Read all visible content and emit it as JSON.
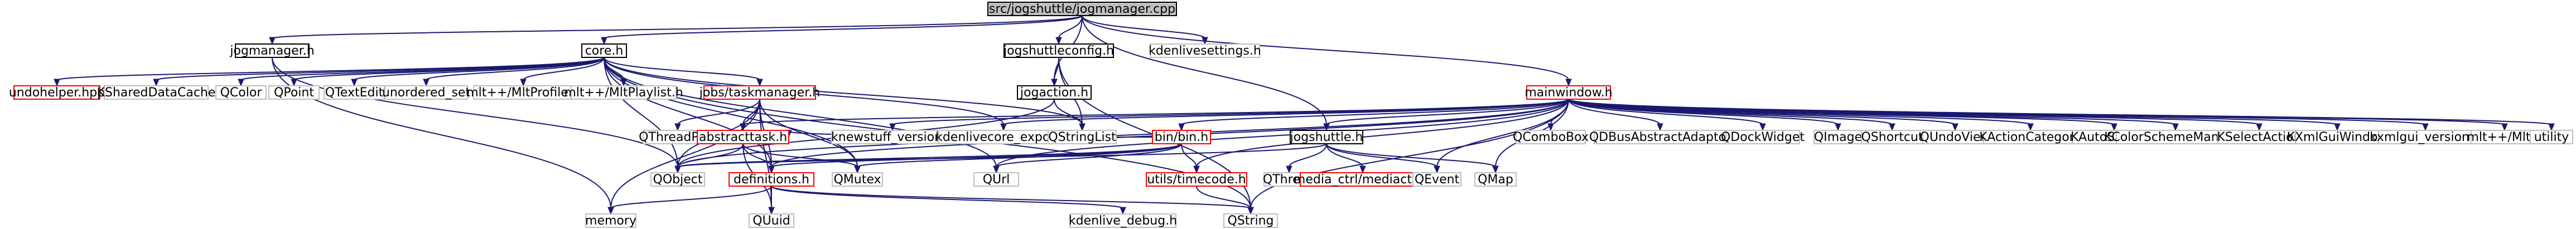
{
  "graph": {
    "colors": {
      "background": "#ffffff",
      "edge": "#191970",
      "node_border": "#000000",
      "node_border_missing": "#ff0000",
      "node_fill": "#ffffff",
      "root_fill": "#bfbfbf",
      "text": "#000000"
    },
    "nodes": [
      {
        "id": "root",
        "label": "src/jogshuttle/jogmanager.cpp",
        "style": "root"
      },
      {
        "id": "jogmanager_h",
        "label": "jogmanager.h",
        "style": "normal"
      },
      {
        "id": "core_h",
        "label": "core.h",
        "style": "normal"
      },
      {
        "id": "jogshuttleconfig_h",
        "label": "jogshuttleconfig.h",
        "style": "normal"
      },
      {
        "id": "kdenlivesettings_h",
        "label": "kdenlivesettings.h",
        "style": "missing"
      },
      {
        "id": "mainwindow_h",
        "label": "mainwindow.h",
        "style": "normal"
      },
      {
        "id": "undohelper_hpp",
        "label": "undohelper.hpp",
        "style": "normal"
      },
      {
        "id": "KSharedDataCache",
        "label": "KSharedDataCache",
        "style": "missing"
      },
      {
        "id": "QColor",
        "label": "QColor",
        "style": "missing"
      },
      {
        "id": "QPoint",
        "label": "QPoint",
        "style": "missing"
      },
      {
        "id": "QTextEdit",
        "label": "QTextEdit",
        "style": "missing"
      },
      {
        "id": "unordered_set",
        "label": "unordered_set",
        "style": "missing"
      },
      {
        "id": "mlt_mltprofile",
        "label": "mlt++/MltProfile.h",
        "style": "missing"
      },
      {
        "id": "mlt_mltplaylist",
        "label": "mlt++/MltPlaylist.h",
        "style": "missing"
      },
      {
        "id": "jobs_taskmanager_h",
        "label": "jobs/taskmanager.h",
        "style": "normal"
      },
      {
        "id": "jogaction_h",
        "label": "jogaction.h",
        "style": "normal"
      },
      {
        "id": "QThreadPool",
        "label": "QThreadPool",
        "style": "missing"
      },
      {
        "id": "abstracttask_h",
        "label": "abstracttask.h",
        "style": "normal"
      },
      {
        "id": "knewstuff_version_h",
        "label": "knewstuff_version.h",
        "style": "missing"
      },
      {
        "id": "kdenlivecore_export_h",
        "label": "kdenlivecore_export.h",
        "style": "missing"
      },
      {
        "id": "QStringList",
        "label": "QStringList",
        "style": "missing"
      },
      {
        "id": "QObject",
        "label": "QObject",
        "style": "missing"
      },
      {
        "id": "definitions_h",
        "label": "definitions.h",
        "style": "normal"
      },
      {
        "id": "QMutex",
        "label": "QMutex",
        "style": "missing"
      },
      {
        "id": "memory",
        "label": "memory",
        "style": "missing"
      },
      {
        "id": "QUuid",
        "label": "QUuid",
        "style": "missing"
      },
      {
        "id": "kdenlive_debug_h",
        "label": "kdenlive_debug.h",
        "style": "missing"
      },
      {
        "id": "QString",
        "label": "QString",
        "style": "missing"
      },
      {
        "id": "QUrl",
        "label": "QUrl",
        "style": "missing"
      },
      {
        "id": "bin_bin_h",
        "label": "bin/bin.h",
        "style": "normal"
      },
      {
        "id": "utils_timecode_h",
        "label": "utils/timecode.h",
        "style": "normal"
      },
      {
        "id": "jogshuttle_h",
        "label": "jogshuttle.h",
        "style": "normal"
      },
      {
        "id": "QThread",
        "label": "QThread",
        "style": "missing"
      },
      {
        "id": "media_ctrl_mediactrl_h",
        "label": "media_ctrl/mediactrl.h",
        "style": "normal"
      },
      {
        "id": "QEvent",
        "label": "QEvent",
        "style": "missing"
      },
      {
        "id": "QMap",
        "label": "QMap",
        "style": "missing"
      },
      {
        "id": "QComboBox",
        "label": "QComboBox",
        "style": "missing"
      },
      {
        "id": "QDBusAbstractAdaptor",
        "label": "QDBusAbstractAdaptor",
        "style": "missing"
      },
      {
        "id": "QDockWidget",
        "label": "QDockWidget",
        "style": "missing"
      },
      {
        "id": "QImage",
        "label": "QImage",
        "style": "missing"
      },
      {
        "id": "QShortcut",
        "label": "QShortcut",
        "style": "missing"
      },
      {
        "id": "QUndoView",
        "label": "QUndoView",
        "style": "missing"
      },
      {
        "id": "KActionCategory",
        "label": "KActionCategory",
        "style": "missing"
      },
      {
        "id": "KAutoSaveFile",
        "label": "KAutoSaveFile",
        "style": "missing"
      },
      {
        "id": "KColorSchemeManager",
        "label": "KColorSchemeManager",
        "style": "missing"
      },
      {
        "id": "KSelectAction",
        "label": "KSelectAction",
        "style": "missing"
      },
      {
        "id": "KXmlGuiWindow",
        "label": "KXmlGuiWindow",
        "style": "missing"
      },
      {
        "id": "kxmlgui_version_h",
        "label": "kxmlgui_version.h",
        "style": "missing"
      },
      {
        "id": "mlt_mlth",
        "label": "mlt++/Mlt.h",
        "style": "missing"
      },
      {
        "id": "utility",
        "label": "utility",
        "style": "missing"
      }
    ],
    "edges": [
      [
        "root",
        "jogmanager_h"
      ],
      [
        "root",
        "core_h"
      ],
      [
        "root",
        "jogshuttleconfig_h"
      ],
      [
        "root",
        "kdenlivesettings_h"
      ],
      [
        "root",
        "mainwindow_h"
      ],
      [
        "root",
        "jogaction_h"
      ],
      [
        "root",
        "jogshuttle_h"
      ],
      [
        "jogmanager_h",
        "QObject"
      ],
      [
        "jogmanager_h",
        "memory"
      ],
      [
        "core_h",
        "undohelper_hpp"
      ],
      [
        "core_h",
        "KSharedDataCache"
      ],
      [
        "core_h",
        "QColor"
      ],
      [
        "core_h",
        "QPoint"
      ],
      [
        "core_h",
        "QTextEdit"
      ],
      [
        "core_h",
        "unordered_set"
      ],
      [
        "core_h",
        "mlt_mltprofile"
      ],
      [
        "core_h",
        "mlt_mltplaylist"
      ],
      [
        "core_h",
        "jobs_taskmanager_h"
      ],
      [
        "core_h",
        "definitions_h"
      ],
      [
        "core_h",
        "kdenlivecore_export_h"
      ],
      [
        "core_h",
        "QMutex"
      ],
      [
        "core_h",
        "QObject"
      ],
      [
        "core_h",
        "QUrl"
      ],
      [
        "core_h",
        "QString"
      ],
      [
        "core_h",
        "QStringList"
      ],
      [
        "jogshuttleconfig_h",
        "jogaction_h"
      ],
      [
        "jogshuttleconfig_h",
        "QStringList"
      ],
      [
        "jogshuttleconfig_h",
        "QString"
      ],
      [
        "jobs_taskmanager_h",
        "abstracttask_h"
      ],
      [
        "jobs_taskmanager_h",
        "definitions_h"
      ],
      [
        "jobs_taskmanager_h",
        "QThreadPool"
      ],
      [
        "jobs_taskmanager_h",
        "QObject"
      ],
      [
        "jobs_taskmanager_h",
        "QMutex"
      ],
      [
        "jobs_taskmanager_h",
        "memory"
      ],
      [
        "jobs_taskmanager_h",
        "QUuid"
      ],
      [
        "jogaction_h",
        "QObject"
      ],
      [
        "jogaction_h",
        "QStringList"
      ],
      [
        "abstracttask_h",
        "definitions_h"
      ],
      [
        "abstracttask_h",
        "QObject"
      ],
      [
        "abstracttask_h",
        "QMutex"
      ],
      [
        "abstracttask_h",
        "QUuid"
      ],
      [
        "definitions_h",
        "kdenlive_debug_h"
      ],
      [
        "definitions_h",
        "QString"
      ],
      [
        "definitions_h",
        "QUuid"
      ],
      [
        "definitions_h",
        "memory"
      ],
      [
        "mainwindow_h",
        "bin_bin_h"
      ],
      [
        "mainwindow_h",
        "definitions_h"
      ],
      [
        "mainwindow_h",
        "jogshuttle_h"
      ],
      [
        "mainwindow_h",
        "kdenlivecore_export_h"
      ],
      [
        "mainwindow_h",
        "knewstuff_version_h"
      ],
      [
        "mainwindow_h",
        "utils_timecode_h"
      ],
      [
        "mainwindow_h",
        "QComboBox"
      ],
      [
        "mainwindow_h",
        "QDBusAbstractAdaptor"
      ],
      [
        "mainwindow_h",
        "QDockWidget"
      ],
      [
        "mainwindow_h",
        "QEvent"
      ],
      [
        "mainwindow_h",
        "QImage"
      ],
      [
        "mainwindow_h",
        "QMap"
      ],
      [
        "mainwindow_h",
        "QShortcut"
      ],
      [
        "mainwindow_h",
        "QString"
      ],
      [
        "mainwindow_h",
        "QUndoView"
      ],
      [
        "mainwindow_h",
        "QUrl"
      ],
      [
        "mainwindow_h",
        "KActionCategory"
      ],
      [
        "mainwindow_h",
        "KAutoSaveFile"
      ],
      [
        "mainwindow_h",
        "KColorSchemeManager"
      ],
      [
        "mainwindow_h",
        "KSelectAction"
      ],
      [
        "mainwindow_h",
        "KXmlGuiWindow"
      ],
      [
        "mainwindow_h",
        "kxmlgui_version_h"
      ],
      [
        "mainwindow_h",
        "mlt_mlth"
      ],
      [
        "mainwindow_h",
        "utility"
      ],
      [
        "mainwindow_h",
        "abstracttask_h"
      ],
      [
        "mainwindow_h",
        "QObject"
      ],
      [
        "bin_bin_h",
        "abstracttask_h"
      ],
      [
        "bin_bin_h",
        "definitions_h"
      ],
      [
        "bin_bin_h",
        "utils_timecode_h"
      ],
      [
        "bin_bin_h",
        "QMutex"
      ],
      [
        "bin_bin_h",
        "QObject"
      ],
      [
        "bin_bin_h",
        "QUrl"
      ],
      [
        "utils_timecode_h",
        "QString"
      ],
      [
        "jogshuttle_h",
        "media_ctrl_mediactrl_h"
      ],
      [
        "jogshuttle_h",
        "QEvent"
      ],
      [
        "jogshuttle_h",
        "QMap"
      ],
      [
        "jogshuttle_h",
        "QObject"
      ],
      [
        "jogshuttle_h",
        "QThread"
      ]
    ]
  }
}
